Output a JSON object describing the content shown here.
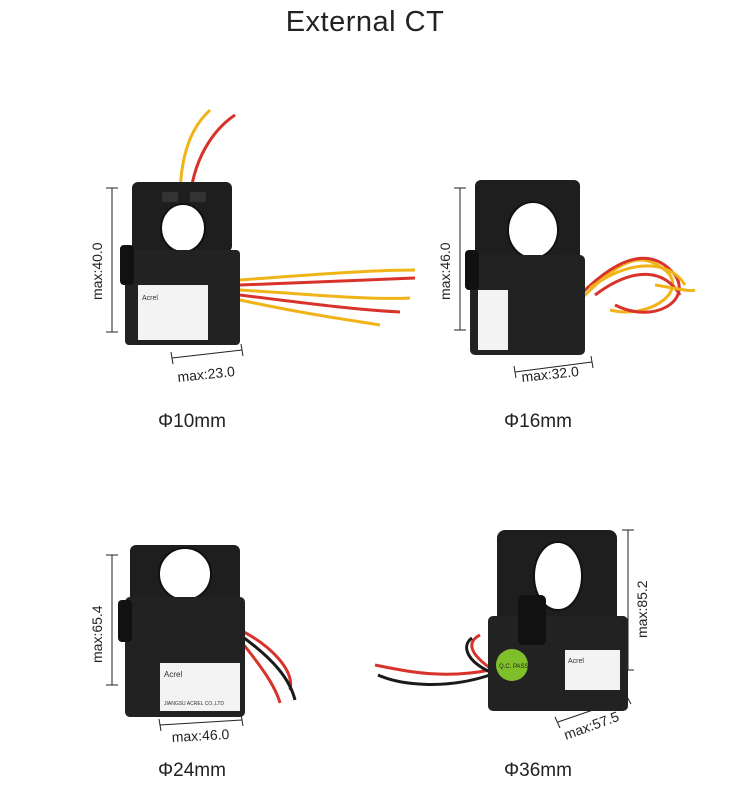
{
  "title": "External CT",
  "products": [
    {
      "caption": "Φ10mm",
      "height_label": "max:40.0",
      "width_label": "max:23.0"
    },
    {
      "caption": "Φ16mm",
      "height_label": "max:46.0",
      "width_label": "max:32.0"
    },
    {
      "caption": "Φ24mm",
      "height_label": "max:65.4",
      "width_label": "max:46.0"
    },
    {
      "caption": "Φ36mm",
      "height_label": "max:85.2",
      "width_label": "max:57.5"
    }
  ],
  "label_text": {
    "brand": "Acrel",
    "company": "JIANGSU ACREL CO.,LTD",
    "qc": "Q.C. PASS"
  },
  "colors": {
    "body": "#1e1e1e",
    "wire_red": "#d8322a",
    "wire_yellow": "#f0b418",
    "wire_black": "#1a1a1a",
    "label": "#f3f3f3",
    "qc_sticker": "#7fbf2a"
  }
}
